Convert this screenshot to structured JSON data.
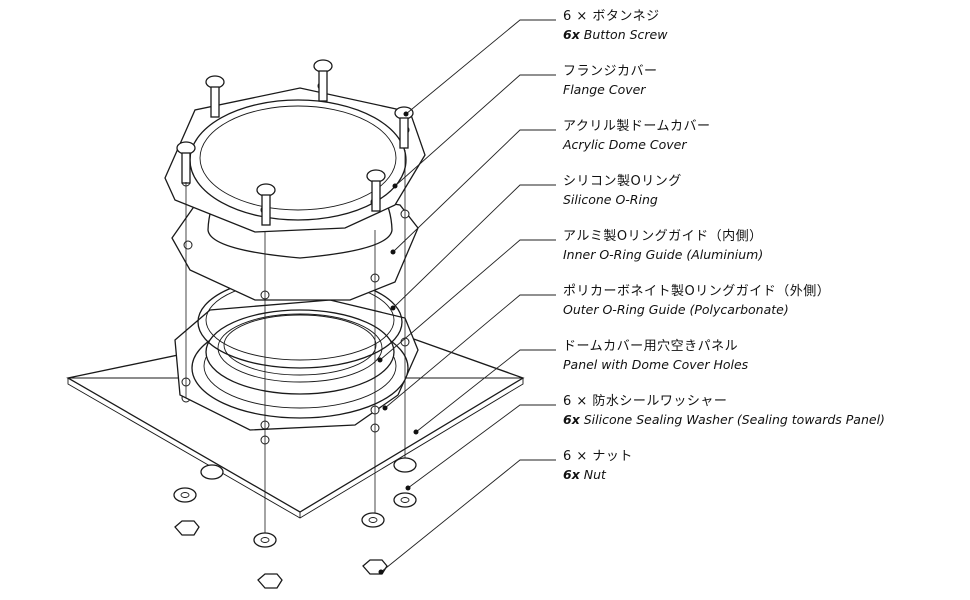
{
  "labels": [
    {
      "jp": "6 × ボタンネジ",
      "en_prefix": "6x",
      "en": "Button Screw"
    },
    {
      "jp": "フランジカバー",
      "en_prefix": "",
      "en": "Flange Cover"
    },
    {
      "jp": "アクリル製ドームカバー",
      "en_prefix": "",
      "en": "Acrylic Dome Cover"
    },
    {
      "jp": "シリコン製Oリング",
      "en_prefix": "",
      "en": "Silicone O-Ring"
    },
    {
      "jp": "アルミ製Oリングガイド（内側）",
      "en_prefix": "",
      "en": "Inner O-Ring Guide (Aluminium)"
    },
    {
      "jp": "ポリカーボネイト製Oリングガイド（外側）",
      "en_prefix": "",
      "en": "Outer O-Ring Guide (Polycarbonate)"
    },
    {
      "jp": "ドームカバー用穴空きパネル",
      "en_prefix": "",
      "en": "Panel with Dome Cover Holes"
    },
    {
      "jp": "6 × 防水シールワッシャー",
      "en_prefix": "6x",
      "en": "Silicone Sealing Washer (Sealing towards Panel)"
    },
    {
      "jp": "6 × ナット",
      "en_prefix": "6x",
      "en": "Nut"
    }
  ]
}
